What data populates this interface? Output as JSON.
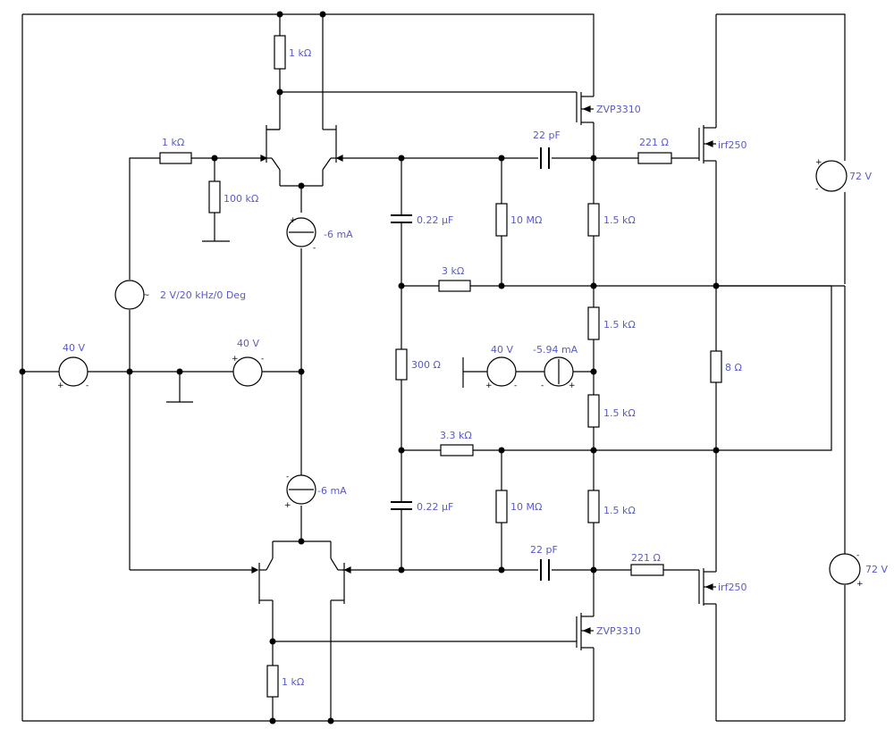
{
  "components": {
    "r_top_1k": "1 kΩ",
    "r_bot_1k": "1 kΩ",
    "r_in_1k": "1 kΩ",
    "r_100k": "100 kΩ",
    "r_10m_top": "10 MΩ",
    "r_10m_bot": "10 MΩ",
    "r_1k5_a": "1.5 kΩ",
    "r_1k5_b": "1.5 kΩ",
    "r_1k5_c": "1.5 kΩ",
    "r_1k5_d": "1.5 kΩ",
    "r_3k": "3 kΩ",
    "r_3k3": "3.3 kΩ",
    "r_300": "300 Ω",
    "r_221_top": "221 Ω",
    "r_221_bot": "221 Ω",
    "r_load": "8 Ω",
    "c_022_top": "0.22 µF",
    "c_022_bot": "0.22 µF",
    "c_22p_top": "22 pF",
    "c_22p_bot": "22 pF",
    "q_zvp_top": "ZVP3310",
    "q_zvp_bot": "ZVP3310",
    "q_irf_top": "irf250",
    "q_irf_bot": "irf250",
    "i_top": "-6 mA",
    "i_bot": "-6 mA",
    "i_bias": "-5.94 mA",
    "v_sig": "2 V/20 kHz/0 Deg",
    "v_left": "40 V",
    "v_mid": "40 V",
    "v_bias": "40 V",
    "v_pos": "72 V",
    "v_neg": "72 V"
  }
}
